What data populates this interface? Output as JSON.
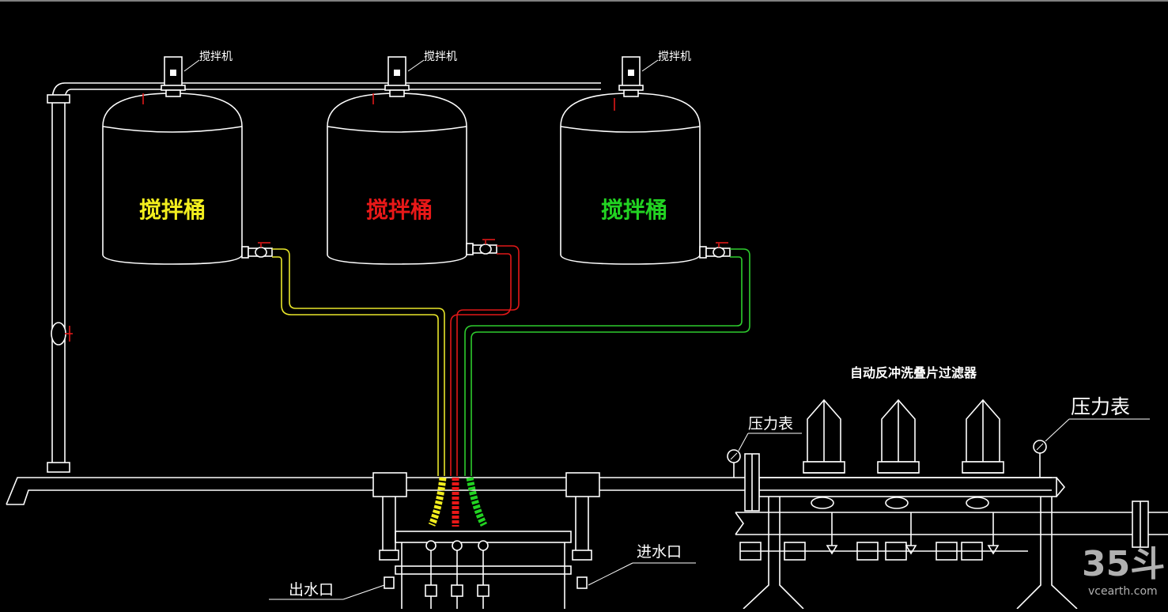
{
  "labels": {
    "mixer": "搅拌机",
    "tank": "搅拌桶",
    "filter_title": "自动反冲洗叠片过滤器",
    "pressure_gauge": "压力表",
    "inlet": "进水口",
    "outlet": "出水口"
  },
  "watermark": {
    "logo": "35斗",
    "site": "vcearth.com"
  },
  "colors": {
    "background": "#000000",
    "line": "#ffffff",
    "tank1": "#f2ee1e",
    "tank2": "#e81818",
    "tank3": "#22d322",
    "valve": "#e01818"
  }
}
